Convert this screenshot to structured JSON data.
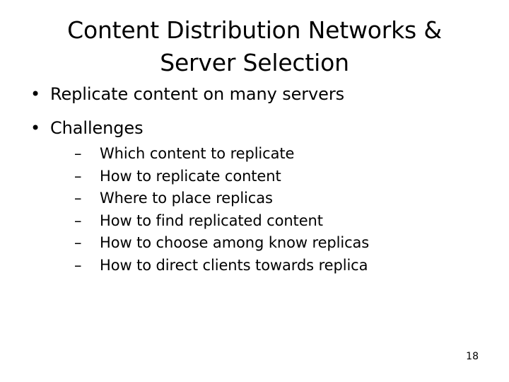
{
  "slide": {
    "background_color": "#ffffff",
    "text_color": "#000000",
    "title": "Content Distribution Networks &\nServer Selection",
    "page_number": "18",
    "bullets": [
      {
        "marker": "•",
        "text": "Replicate content on many servers",
        "sub_items": []
      },
      {
        "marker": "•",
        "text": "Challenges",
        "sub_marker": "–",
        "sub_items": [
          "Which content to replicate",
          "How to replicate content",
          "Where to place replicas",
          "How to find replicated content",
          "How to choose among know replicas",
          "How to direct clients towards replica"
        ]
      }
    ]
  }
}
